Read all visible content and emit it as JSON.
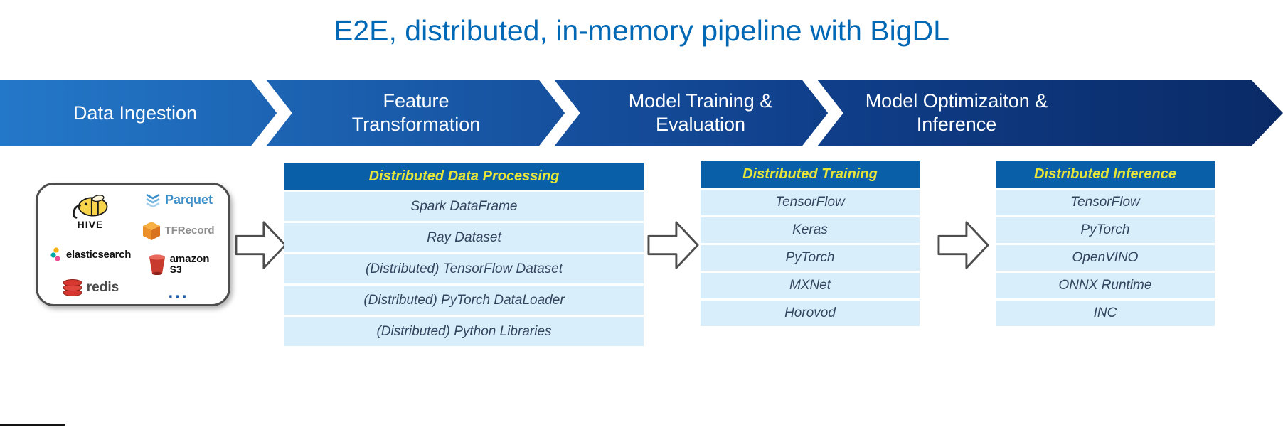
{
  "title": "E2E, distributed, in-memory pipeline with BigDL",
  "stages": [
    {
      "label": "Data Ingestion"
    },
    {
      "label": "Feature\nTransformation"
    },
    {
      "label": "Model Training &\nEvaluation"
    },
    {
      "label": "Model Optimizaiton &\nInference"
    }
  ],
  "data_sources": {
    "hive": "HIVE",
    "parquet": "Parquet",
    "elasticsearch": "elasticsearch",
    "tfrecord": "TFRecord",
    "amazon": "amazon",
    "s3": "S3",
    "redis": "redis",
    "ellipsis": "..."
  },
  "tables": [
    {
      "header": "Distributed Data Processing",
      "rows": [
        "Spark DataFrame",
        "Ray Dataset",
        "(Distributed) TensorFlow Dataset",
        "(Distributed) PyTorch DataLoader",
        "(Distributed) Python Libraries"
      ]
    },
    {
      "header": "Distributed Training",
      "rows": [
        "TensorFlow",
        "Keras",
        "PyTorch",
        "MXNet",
        "Horovod"
      ]
    },
    {
      "header": "Distributed Inference",
      "rows": [
        "TensorFlow",
        "PyTorch",
        "OpenVINO",
        "ONNX Runtime",
        "INC"
      ]
    }
  ],
  "colors": {
    "title_text": "#0068b5",
    "banner_gradient_start": "#2478c9",
    "banner_gradient_end": "#0a2a66",
    "stage_text": "#ffffff",
    "table_header_bg": "#0960a9",
    "table_header_text": "#e7e53a",
    "table_row_bg": "#d9eefb",
    "table_row_text": "#33455e",
    "arrow_fill": "#ffffff",
    "arrow_outline": "#4d4d4d"
  }
}
